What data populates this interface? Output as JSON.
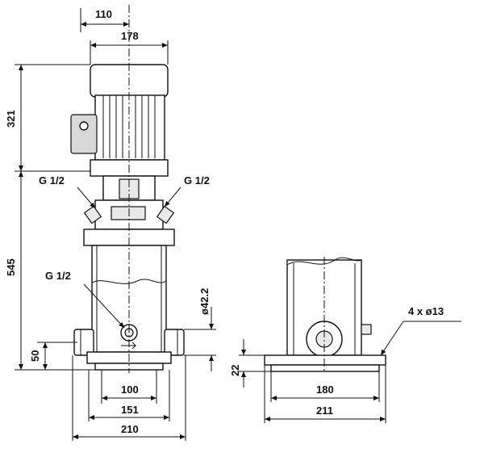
{
  "drawing": {
    "dimensions": {
      "top_width_110": "110",
      "top_width_178": "178",
      "height_321": "321",
      "height_545": "545",
      "height_50": "50",
      "port_left": "G 1/2",
      "port_right": "G 1/2",
      "port_drain": "G 1/2",
      "diameter": "ø42.2",
      "flange_100": "100",
      "flange_151": "151",
      "base_210": "210",
      "side_22": "22",
      "side_180": "180",
      "side_211": "211",
      "holes": "4 x ø13"
    }
  }
}
